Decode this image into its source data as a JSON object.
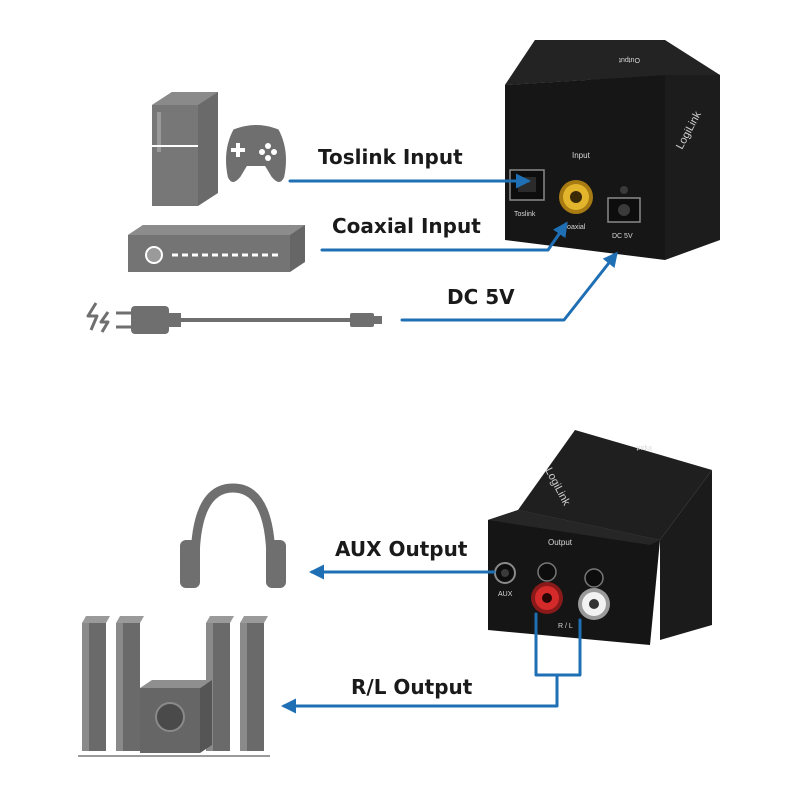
{
  "diagram": {
    "input_labels": {
      "toslink": "Toslink Input",
      "coaxial": "Coaxial Input",
      "dc": "DC 5V"
    },
    "output_labels": {
      "aux": "AUX Output",
      "rl": "R/L Output"
    },
    "top_device": {
      "brand": "LogiLink",
      "face_label": "Input",
      "top_label": "Output",
      "port_labels": {
        "toslink": "Toslink",
        "coaxial": "Coaxial",
        "dc": "DC 5V"
      }
    },
    "bottom_device": {
      "brand": "LogiLink",
      "face_label": "Output",
      "top_label": "Input",
      "port_labels": {
        "aux": "AUX",
        "rl": "R / L"
      }
    },
    "colors": {
      "wire": "#1f6fb5",
      "icon_gray": "#6f6f6f",
      "device_black": "#151515",
      "rca_gold": "#d9a521",
      "rca_red": "#d42a2a",
      "rca_white": "#f2f2f2"
    }
  }
}
